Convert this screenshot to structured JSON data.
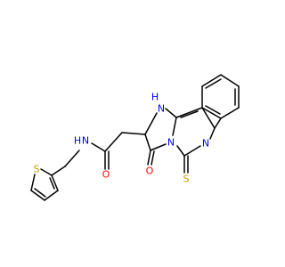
{
  "molecule": {
    "colors": {
      "bond": "#000000",
      "nitrogen": "#0000FF",
      "oxygen": "#FF0000",
      "sulfur": "#C8A000",
      "background": "#FFFFFF"
    },
    "atoms": {
      "thiophene_s": "S",
      "amide_n": "N",
      "amide_h": "H",
      "amide_o": "O",
      "lactam_o": "O",
      "imidazole_nh_h": "H",
      "imidazole_nh_n": "N",
      "bridge_n": "N",
      "quinazoline_n": "N",
      "thione_s": "S"
    }
  }
}
